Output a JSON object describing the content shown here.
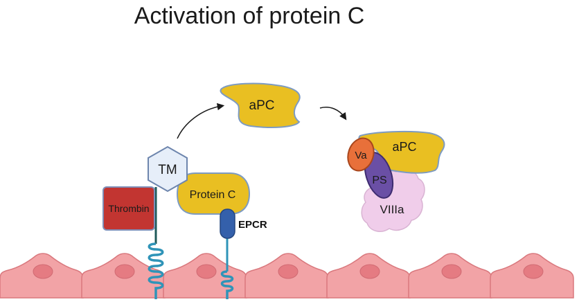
{
  "title": "Activation of protein C",
  "labels": {
    "apc_top": "aPC",
    "tm": "TM",
    "thrombin": "Thrombin",
    "protein_c": "Protein C",
    "epcr": "EPCR",
    "apc_complex": "aPC",
    "va": "Va",
    "ps": "PS",
    "viiia": "VIIIa"
  },
  "colors": {
    "cell_fill": "#f2a3a6",
    "cell_stroke": "#d9787d",
    "nucleus": "#e57b82",
    "apc_fill": "#e9bf22",
    "apc_stroke": "#7d9bc2",
    "thrombin_fill": "#c23531",
    "thrombin_stroke": "#7e8fb8",
    "tm_fill": "#e6eef9",
    "tm_stroke": "#6d85ad",
    "epcr_fill": "#3460ab",
    "coil": "#2f94b8",
    "va_fill": "#e8703a",
    "ps_fill": "#6a4fa5",
    "viiia_fill": "#f0cdea"
  }
}
